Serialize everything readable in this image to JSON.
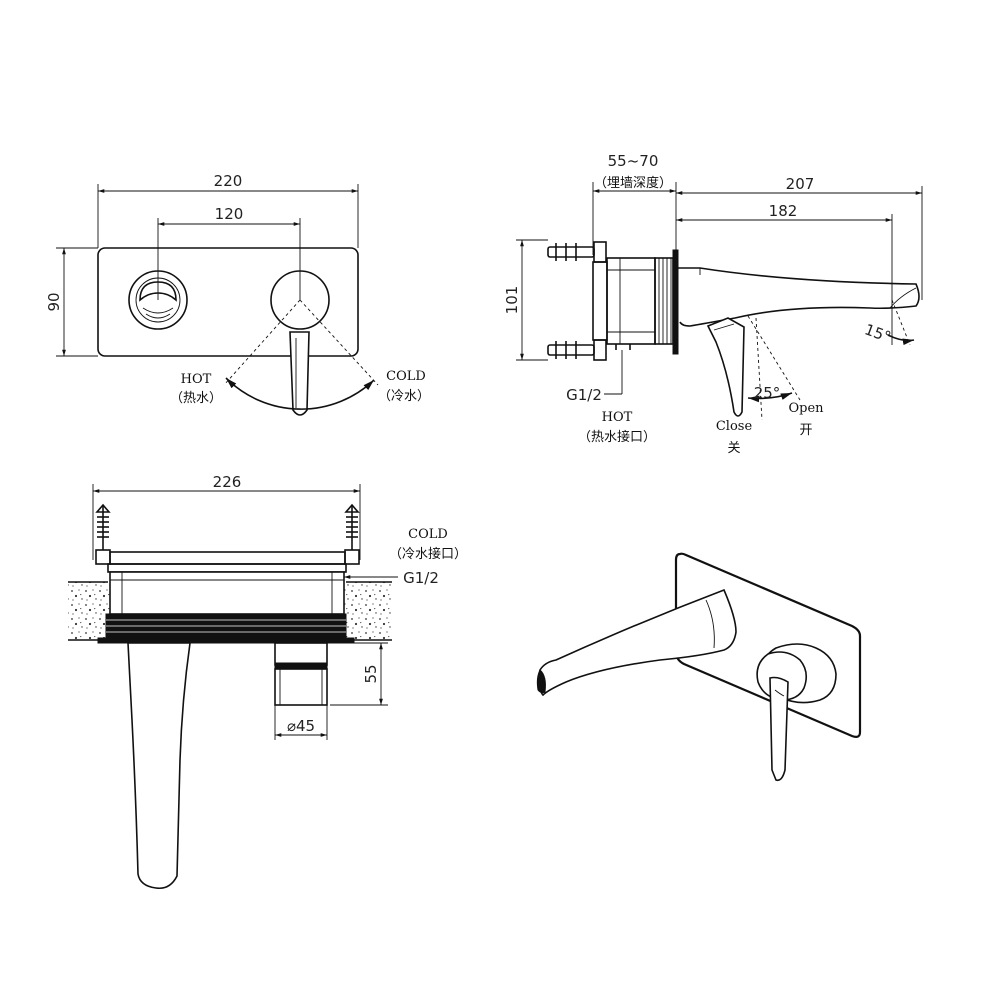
{
  "front_view": {
    "dims": {
      "width": "220",
      "centers": "120",
      "height": "90"
    },
    "labels": {
      "hot": "HOT",
      "hot_cn": "（热水）",
      "cold": "COLD",
      "cold_cn": "（冷水）"
    }
  },
  "side_view": {
    "dims": {
      "wall_depth": "55~70",
      "wall_depth_cn": "（埋墙深度）",
      "total": "207",
      "spout": "182",
      "height": "101",
      "angle_spout": "15°",
      "angle_handle": "25°"
    },
    "labels": {
      "thread": "G1/2",
      "hot": "HOT",
      "hot_cn": "（热水接口）",
      "close": "Close",
      "close_cn": "关",
      "open": "Open",
      "open_cn": "开"
    }
  },
  "top_view": {
    "dims": {
      "width": "226",
      "depth": "55",
      "diameter": "⌀45"
    },
    "labels": {
      "cold": "COLD",
      "cold_cn": "（冷水接口）",
      "thread": "G1/2"
    }
  }
}
